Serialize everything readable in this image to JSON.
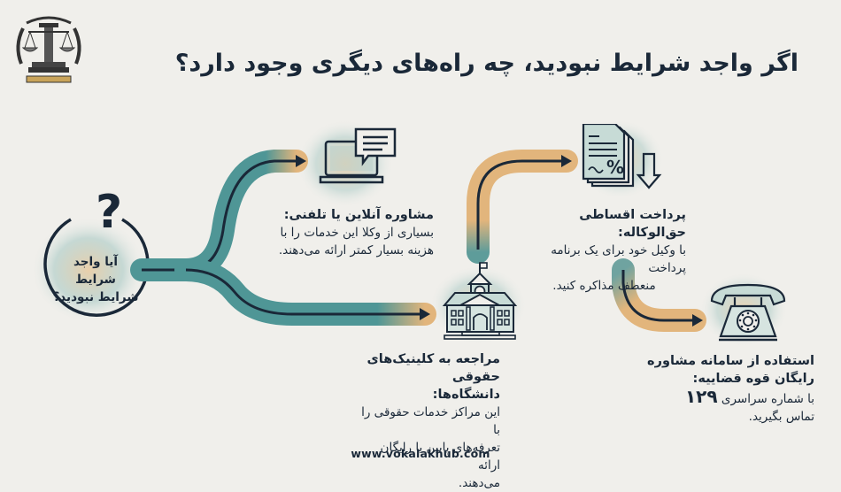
{
  "header": {
    "logo_icon": "scales-of-justice-emblem-icon",
    "title": "اگر واجد شرایط نبودید، چه راه‌های دیگری وجود دارد؟"
  },
  "center_question": {
    "icon": "question-mark-icon",
    "mark": "?",
    "text_line1": "آیا واجد شرایط",
    "text_line2": "شرایط نبودید؟"
  },
  "options": [
    {
      "id": "online",
      "icon": "laptop-chat-icon",
      "title": "مشاوره آنلاین یا تلفنی:",
      "body_lines": [
        "بسیاری از وکلا این خدمات را با",
        "هزینه بسیار کمتر ارائه می‌دهند."
      ]
    },
    {
      "id": "installments",
      "icon": "document-percent-icon",
      "title": "پرداخت اقساطی حق‌الوکاله:",
      "body_lines": [
        "با وکیل خود برای یک برنامه پرداخت",
        "منعطف مذاکره کنید."
      ]
    },
    {
      "id": "clinics",
      "icon": "university-building-icon",
      "title_lines": [
        "مراجعه به کلینیک‌های حقوقی",
        "دانشگاه‌ها:"
      ],
      "body_lines": [
        "این مراکز خدمات حقوقی را با",
        "تعرفه‌های پایین یا رایگان ارائه",
        "می‌دهند."
      ]
    },
    {
      "id": "judiciary",
      "icon": "rotary-telephone-icon",
      "title_lines": [
        "استفاده از سامانه مشاوره",
        "رایگان قوه قضاییه:"
      ],
      "body_pre": "با شماره سراسری",
      "number": "۱۲۹",
      "body_post": "تماس بگیرید."
    }
  ],
  "footer": {
    "url": "www.vokalakhub.com"
  },
  "colors": {
    "background": "#f0efeb",
    "teal": "#4f9696",
    "tan": "#e2b57c",
    "navy": "#1a2838"
  }
}
